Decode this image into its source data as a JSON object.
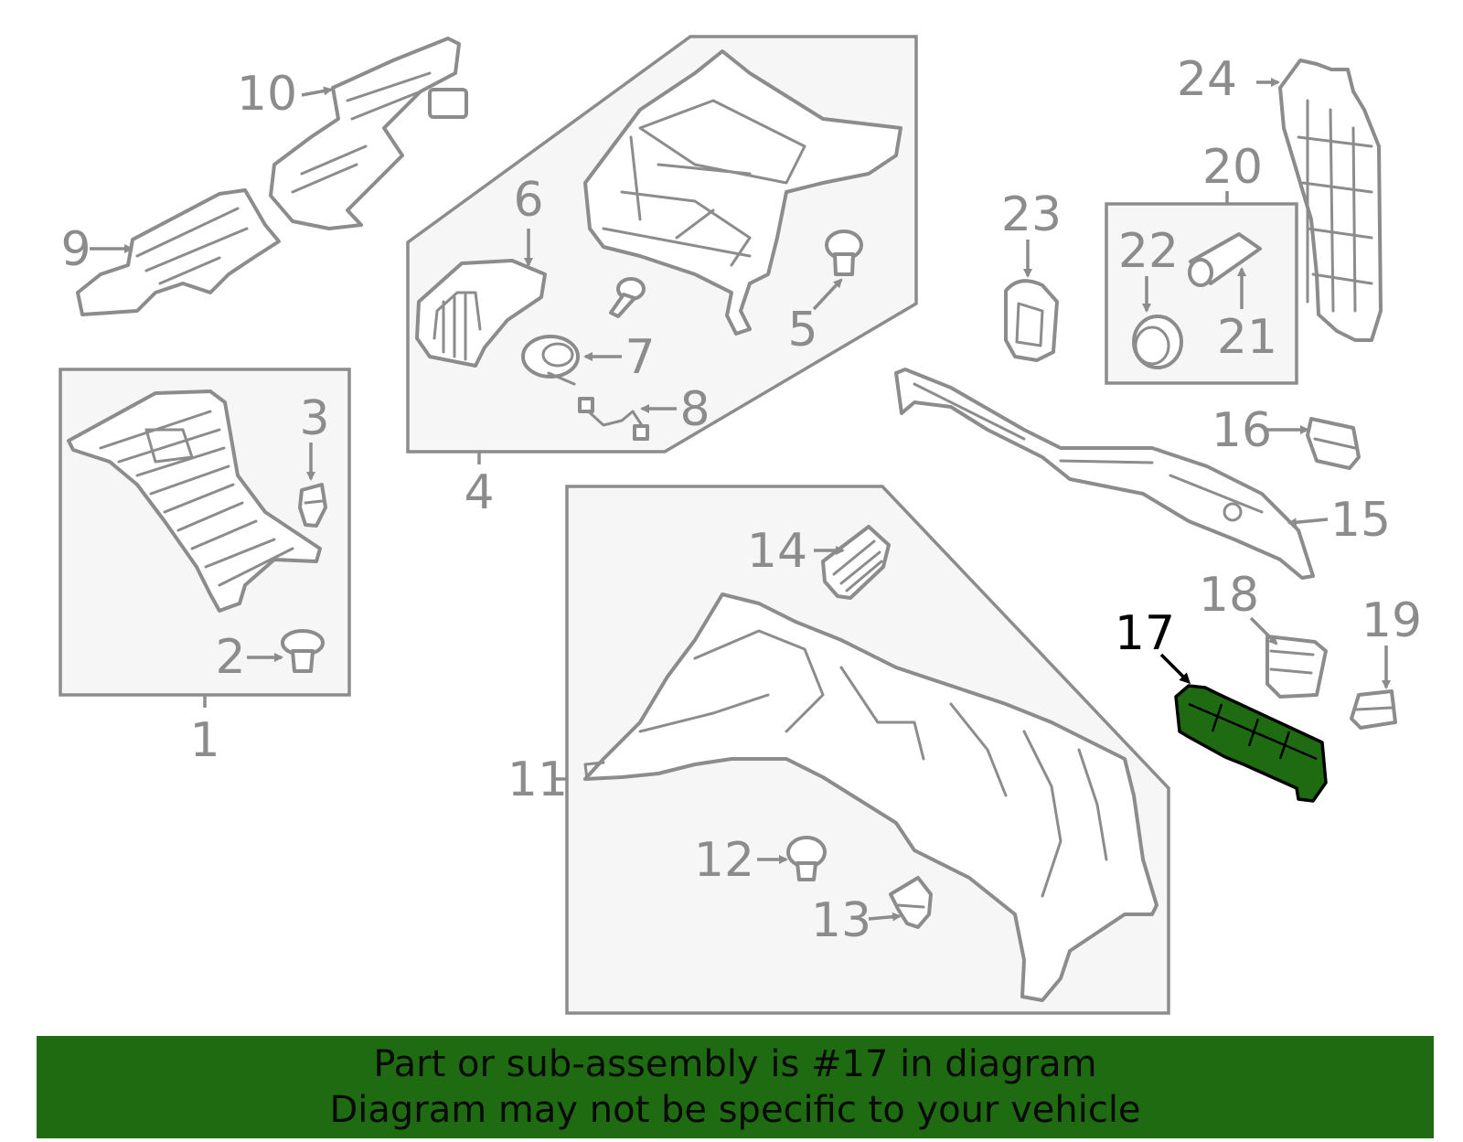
{
  "diagram": {
    "highlighted_part": "17",
    "highlight_color": "#1f6b12",
    "line_color": "#8c8c8c",
    "group_box_fill": "#f6f6f6",
    "callouts": {
      "c1": "1",
      "c2": "2",
      "c3": "3",
      "c4": "4",
      "c5": "5",
      "c6": "6",
      "c7": "7",
      "c8": "8",
      "c9": "9",
      "c10": "10",
      "c11": "11",
      "c12": "12",
      "c13": "13",
      "c14": "14",
      "c15": "15",
      "c16": "16",
      "c17": "17",
      "c18": "18",
      "c19": "19",
      "c20": "20",
      "c21": "21",
      "c22": "22",
      "c23": "23",
      "c24": "24"
    }
  },
  "banner": {
    "line1": "Part or sub-assembly is #17 in diagram",
    "line2": "Diagram may not be specific to your vehicle",
    "background": "#1f6b12"
  }
}
